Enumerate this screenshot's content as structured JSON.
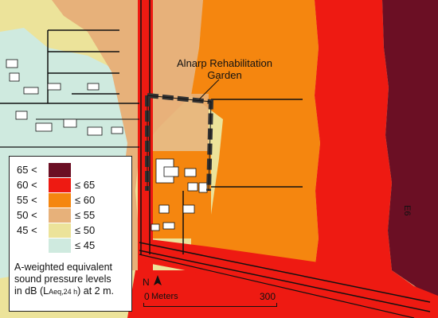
{
  "garden_label": {
    "line1": "Alnarp Rehabilitation",
    "line2": "Garden"
  },
  "road_label": "E6",
  "north_label": "N",
  "scale": {
    "zero": "0",
    "unit": "Meters",
    "max": "300"
  },
  "legend": {
    "rows": [
      {
        "lo": "65 <",
        "hi": "",
        "color": "#6b0f24"
      },
      {
        "lo": "60 <",
        "hi": "≤ 65",
        "color": "#ee1a12"
      },
      {
        "lo": "55 <",
        "hi": "≤ 60",
        "color": "#f5860f"
      },
      {
        "lo": "50 <",
        "hi": "≤ 55",
        "color": "#e7b17a"
      },
      {
        "lo": "45 <",
        "hi": "≤ 50",
        "color": "#ece39a"
      },
      {
        "lo": "",
        "hi": "≤ 45",
        "color": "#cfeadf"
      }
    ],
    "caption": {
      "line1": "A-weighted equivalent",
      "line2": "sound pressure levels",
      "line3_prefix": "in dB (",
      "line3_L": "L",
      "line3_sub": "Aeq,24 h",
      "line3_suffix": ") at 2 m."
    }
  }
}
